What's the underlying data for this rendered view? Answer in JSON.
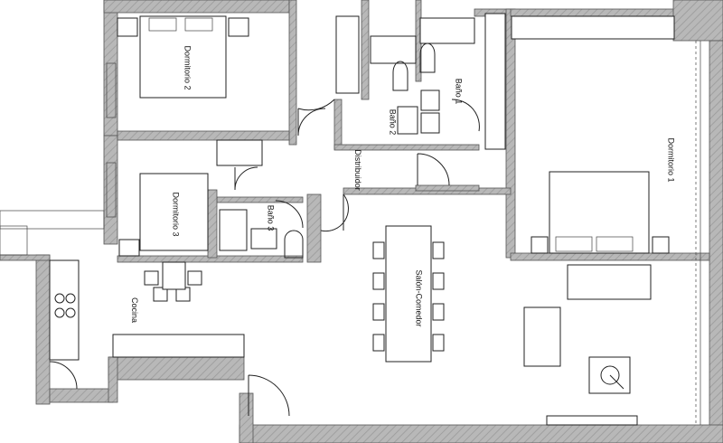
{
  "rooms": {
    "dormitorio_2": "Dormitorio 2",
    "dormitorio_3": "Dormitorio 3",
    "bano_2": "Baño 2",
    "bano_1": "Baño 1",
    "bano_3": "Baño 3",
    "distribuidor": "Distribuidor",
    "dormitorio_1": "Dormitorio 1",
    "salon_comedor": "Salón-Comedor",
    "cocina": "Cocina"
  },
  "colors": {
    "wall": "#b5b5b5",
    "line": "#222222",
    "background": "#ffffff"
  }
}
